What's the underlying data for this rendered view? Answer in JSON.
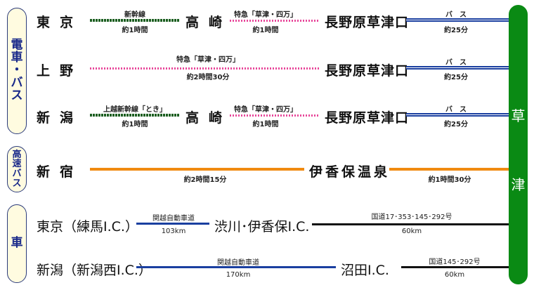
{
  "title": "草津へのアクセス",
  "destination": {
    "name": "草津",
    "chars": [
      "草",
      "津"
    ],
    "color": "#0a8a14"
  },
  "categories": [
    {
      "label": "電車・バス",
      "chars": [
        "電",
        "車",
        "・",
        "バ",
        "ス"
      ]
    },
    {
      "label": "高速バス",
      "chars": [
        "高",
        "速",
        "バ",
        "ス"
      ]
    },
    {
      "label": "車",
      "chars": [
        "車"
      ]
    }
  ],
  "routes": {
    "tokyo_rail": {
      "origin": "東京",
      "seg1": {
        "name": "新幹線",
        "time": "約1時間"
      },
      "via": "高崎",
      "seg2": {
        "name": "特急「草津・四万」",
        "time": "約1時間"
      },
      "transfer": "長野原草津口",
      "seg3": {
        "name": "バ　ス",
        "time": "約25分"
      }
    },
    "ueno_rail": {
      "origin": "上野",
      "seg1": {
        "name": "特急「草津・四万」",
        "time": "約2時間30分"
      },
      "transfer": "長野原草津口",
      "seg2": {
        "name": "バ　ス",
        "time": "約25分"
      }
    },
    "niigata_rail": {
      "origin": "新潟",
      "seg1": {
        "name": "上越新幹線「とき」",
        "time": "約1時間"
      },
      "via": "高崎",
      "seg2": {
        "name": "特急「草津・四万」",
        "time": "約1時間"
      },
      "transfer": "長野原草津口",
      "seg3": {
        "name": "バ　ス",
        "time": "約25分"
      }
    },
    "shinjuku_bus": {
      "origin": "新宿",
      "seg1": {
        "time": "約2時間15分"
      },
      "via": "伊香保温泉",
      "seg2": {
        "time": "約1時間30分"
      }
    },
    "tokyo_car": {
      "origin": "東京（練馬I.C.）",
      "seg1": {
        "name": "関越自動車道",
        "distance": "103km"
      },
      "via": "渋川･伊香保I.C.",
      "seg2": {
        "name": "国道17･353･145･292号",
        "distance": "60km"
      }
    },
    "niigata_car": {
      "origin": "新潟（新潟西I.C.）",
      "seg1": {
        "name": "関越自動車道",
        "distance": "170km"
      },
      "via": "沼田I.C.",
      "seg2": {
        "name": "国道145･292号",
        "distance": "60km"
      }
    }
  },
  "colors": {
    "shinkansen": "#1b5e20",
    "limited_express": "#e8479a",
    "bus": "#1a3fa0",
    "highway_bus": "#f08a10",
    "expressway": "#1a3fa0",
    "national_road": "#111111",
    "badge_fill": "#fffbe0",
    "badge_text": "#1a2a8a"
  }
}
